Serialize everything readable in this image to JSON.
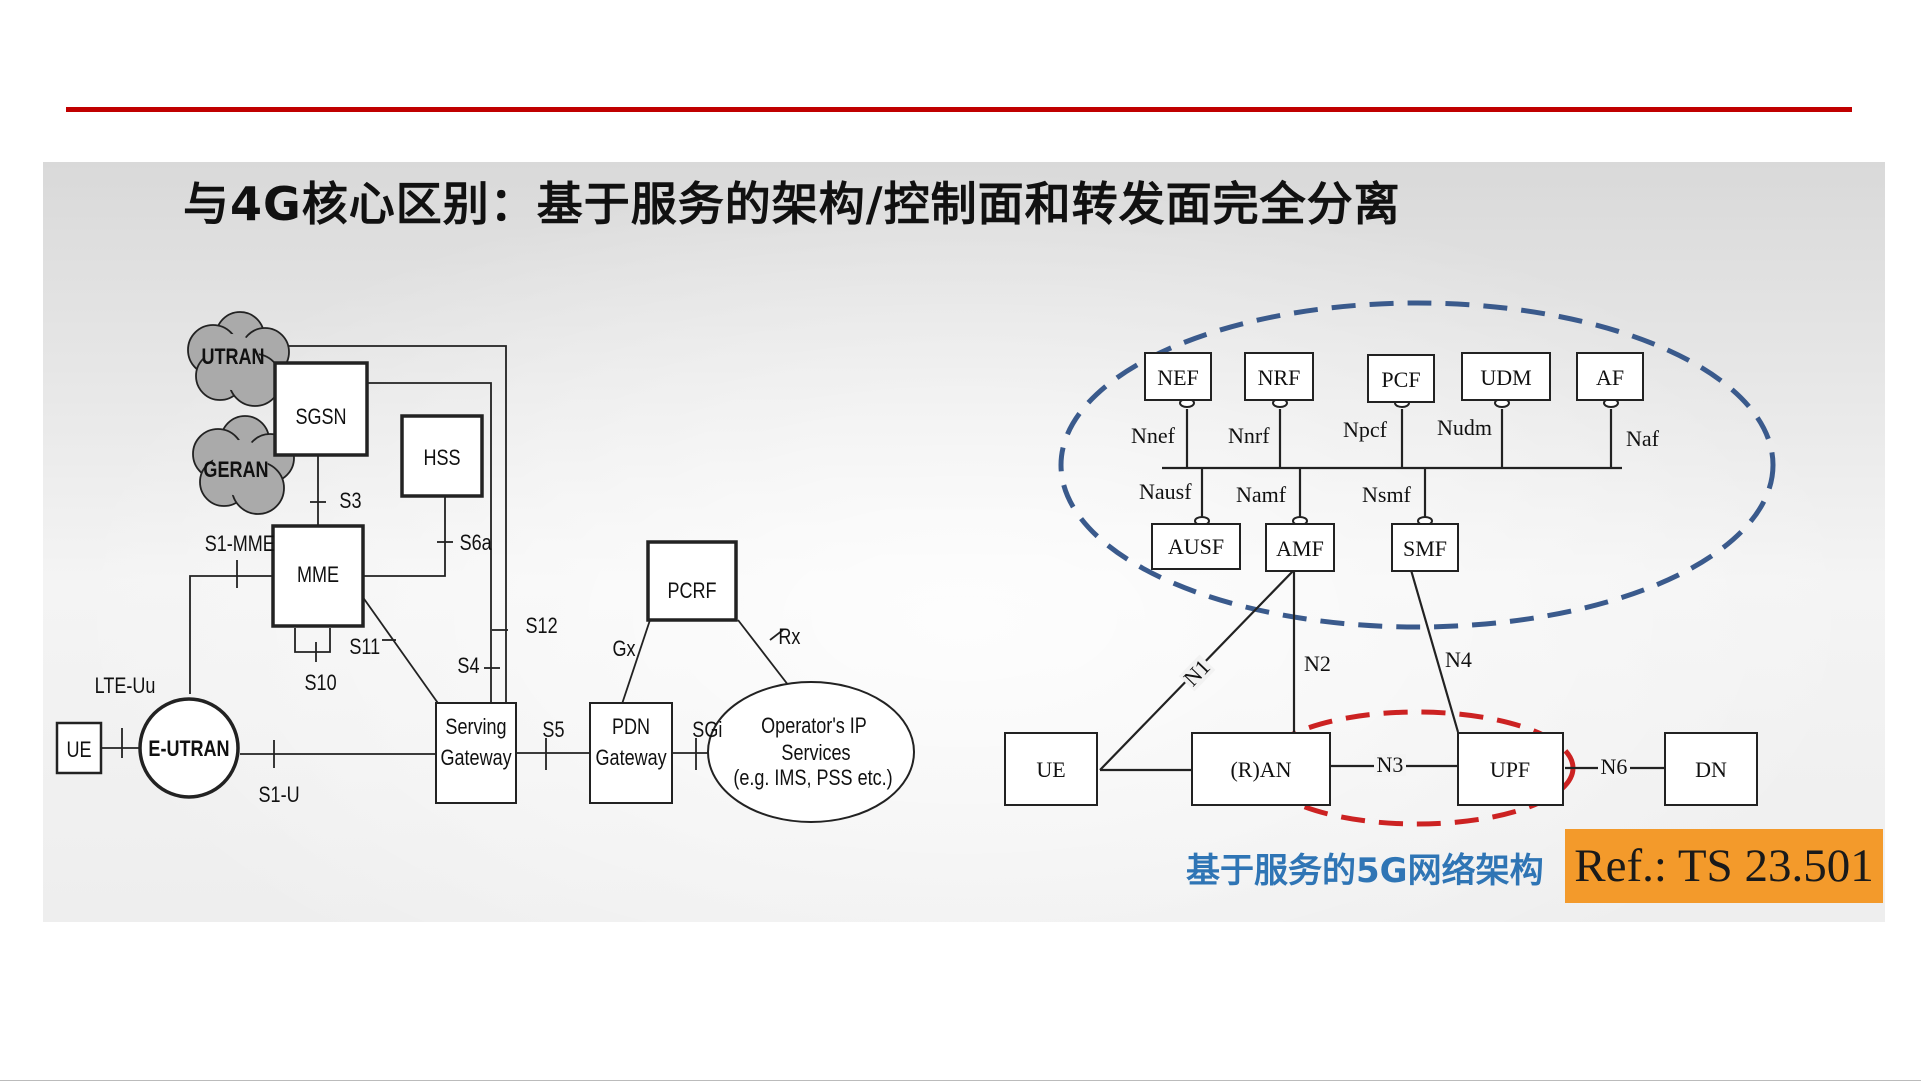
{
  "heading": "与4G核心区别：基于服务的架构/控制面和转发面完全分离",
  "lte": {
    "clouds": [
      "UTRAN",
      "GERAN"
    ],
    "nodes": {
      "sgsn": "SGSN",
      "hss": "HSS",
      "mme": "MME",
      "pcrf": "PCRF",
      "ue": "UE",
      "eutran": "E-UTRAN",
      "sgw": [
        "Serving",
        "Gateway"
      ],
      "pgw": [
        "PDN",
        "Gateway"
      ],
      "ops": [
        "Operator's IP",
        "Services",
        "(e.g. IMS, PSS etc.)"
      ]
    },
    "interfaces": {
      "s3": "S3",
      "s6a": "S6a",
      "s1mme": "S1-MME",
      "s11": "S11",
      "s10": "S10",
      "s12": "S12",
      "s4": "S4",
      "lteuu": "LTE-Uu",
      "s1u": "S1-U",
      "s5": "S5",
      "sgi": "SGi",
      "gx": "Gx",
      "rx": "Rx"
    }
  },
  "sba": {
    "top_nfs": [
      "NEF",
      "NRF",
      "PCF",
      "UDM",
      "AF"
    ],
    "top_ifaces": [
      "Nnef",
      "Nnrf",
      "Npcf",
      "Nudm",
      "Naf"
    ],
    "bottom_nfs": [
      "AUSF",
      "AMF",
      "SMF"
    ],
    "bottom_ifaces": [
      "Nausf",
      "Namf",
      "Nsmf"
    ],
    "user_plane": [
      "UE",
      "(R)AN",
      "UPF",
      "DN"
    ],
    "refpoints": [
      "N1",
      "N2",
      "N4",
      "N3",
      "N6"
    ],
    "caption": "基于服务的5G网络架构",
    "ref": "Ref.: TS 23.501"
  },
  "colors": {
    "accent_red": "#c00000",
    "ellipse_blue": "#3a5a8c",
    "ellipse_red": "#cc2222",
    "ref_bg": "#f39a2b",
    "caption_blue": "#2f75b5"
  }
}
